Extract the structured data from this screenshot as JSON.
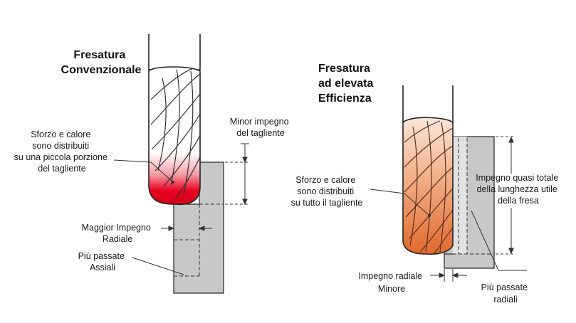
{
  "left_panel": {
    "title_lines": [
      "Fresatura",
      "Convenzionale"
    ],
    "stress_label_lines": [
      "Sforzo e calore",
      "sono distribuiti",
      "su una piccola porzione",
      "del tagliente"
    ],
    "axial_label_lines": [
      "Minor impegno",
      "del tagliente"
    ],
    "radial_label_lines": [
      "Maggior Impegno",
      "Radiale"
    ],
    "passes_label_lines": [
      "Più passate",
      "Assiali"
    ]
  },
  "right_panel": {
    "title_lines": [
      "Fresatura",
      "ad elevata",
      "Efficienza"
    ],
    "stress_label_lines": [
      "Sforzo e calore",
      "sono distribuiti",
      "su tutto il tagliente"
    ],
    "engagement_label_lines": [
      "Impegno quasi totale",
      "della lunghezza utile",
      "della fresa"
    ],
    "radial_label_lines": [
      "Impegno radiale",
      "Minore"
    ],
    "passes_label_lines": [
      "Più passate",
      "radiali"
    ]
  },
  "colors": {
    "workpiece": "#c8c8c8",
    "hot_red": "#e8001e",
    "hot_orange": "#e8793a",
    "outline": "#222222"
  }
}
